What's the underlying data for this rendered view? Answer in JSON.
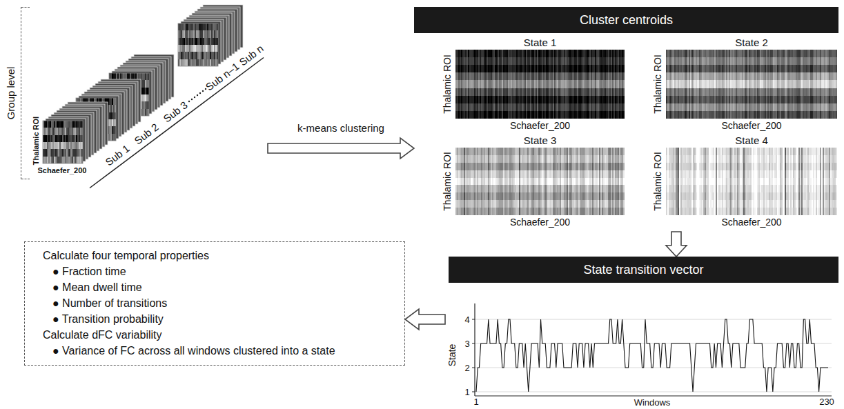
{
  "diagram": {
    "nodes": [
      {
        "text": [
          "Group level"
        ]
      },
      {
        "text": [
          "Cluster centroids"
        ]
      },
      {
        "text": [
          "State 1",
          "Thalamic ROI",
          "Schaefer_200"
        ],
        "in": 1
      },
      {
        "text": [
          "State 2",
          "Thalamic ROI",
          "Schaefer_200"
        ],
        "in": 1
      },
      {
        "text": [
          "State 3",
          "Thalamic ROI",
          "Schaefer_200"
        ],
        "in": 1
      },
      {
        "text": [
          "State 4",
          "Thalamic ROI",
          "Schaefer_200"
        ],
        "in": 1
      },
      {
        "text": [
          "State transition vector"
        ]
      },
      {
        "text": [
          "Calculate four temporal properties",
          "● Fraction time",
          "● Mean dwell time",
          "● Number of transitions",
          "● Transition probability",
          "Calculate dFC variability",
          "● Variance of FC across all windows clustered into a state"
        ]
      }
    ],
    "edges": [
      {
        "from": 0,
        "to": 1,
        "arrow": "to",
        "label": "k-means clustering"
      },
      {
        "from": 1,
        "to": 6,
        "arrow": "to"
      },
      {
        "from": 6,
        "to": 7,
        "arrow": "to"
      }
    ],
    "labels": [
      "Thalamic ROI",
      "Schaefer_200",
      "Sub 1",
      "Sub 2",
      "Sub 3",
      "Sub n–1",
      "Sub n",
      "State",
      "4",
      "3",
      "2",
      "1",
      "Windows",
      "1",
      "230"
    ]
  }
}
